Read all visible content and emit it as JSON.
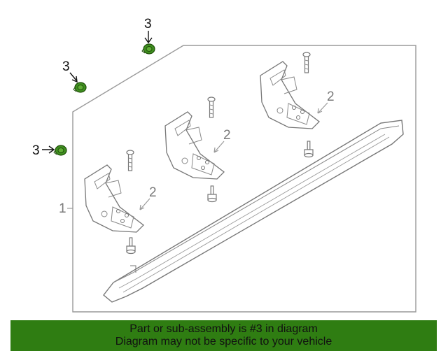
{
  "callouts": {
    "assembly": "1",
    "bracket": "2",
    "fastener": "3"
  },
  "colors": {
    "highlight_part": "#3f8f1f",
    "banner_bg": "#2f7d12",
    "line_gray": "#9a9a9a"
  },
  "banner": {
    "line1": "Part or sub-assembly is #3 in diagram",
    "line2": "Diagram may not be specific to your vehicle"
  }
}
